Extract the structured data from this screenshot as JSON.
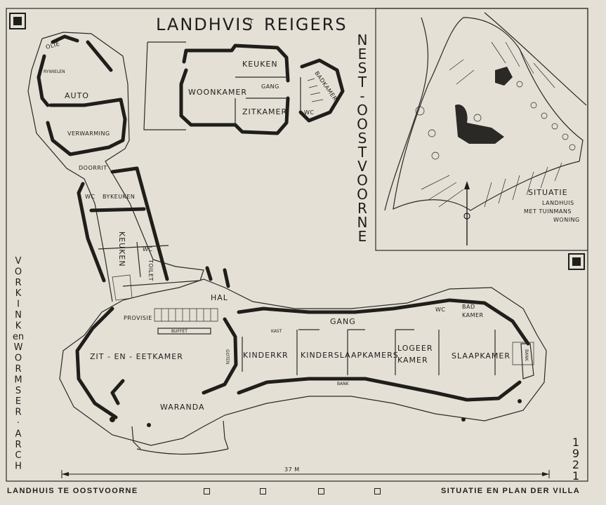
{
  "sheet": {
    "title": "LANDHUIS 'T REIGERSNEST-OOSTVOORNE",
    "title_left": "LANDHVIS",
    "title_t": "'T",
    "title_right": "REIGERS",
    "title_vertical": [
      "N",
      "E",
      "S",
      "T",
      "-",
      "O",
      "O",
      "S",
      "T",
      "V",
      "O",
      "O",
      "R",
      "N",
      "E"
    ],
    "architect_vertical": [
      "V",
      "O",
      "R",
      "K",
      "I",
      "N",
      "K",
      "en",
      "W",
      "O",
      "R",
      "M",
      "S",
      "E",
      "R",
      "·",
      "A",
      "R",
      "C",
      "H"
    ],
    "year_vertical": [
      "1",
      "9",
      "2",
      "1"
    ],
    "scale": "37 M",
    "footer_left": "LANDHUIS TE OOSTVOORNE",
    "footer_right": "SITUATIE EN PLAN DER VILLA"
  },
  "upper_floor": {
    "rooms": {
      "keuken": "KEUKEN",
      "gang": "GANG",
      "woonkamer": "WOONKAMER",
      "zitkamer": "ZITKAMER",
      "wc": "WC",
      "badkamer": "BADKAMER"
    }
  },
  "ground_floor": {
    "garage": {
      "rijwielen": "RYWIELEN",
      "olie": "OLIE",
      "auto": "AUTO",
      "verwarming": "VERWARMING",
      "doorrit": "DOORRIT"
    },
    "wing": {
      "wc": "WC",
      "bijkeuken": "BYKEUKEN",
      "keuken": "KEUKEN",
      "wc2": "WC",
      "toilet": "TOILET"
    },
    "main": {
      "hal": "HAL",
      "provisie": "PROVISIE",
      "buffet": "BUFFET",
      "gang": "GANG",
      "zit_eetkamer": "ZIT - EN - EETKAMER",
      "waranda": "WARANDA",
      "kinderkr": "KINDERKR",
      "kinderslaapkamers": "KINDERSLAAPKAMERS",
      "logeerkamer_1": "LOGEER",
      "logeerkamer_2": "KAMER",
      "slaapkamer": "SLAAPKAMER",
      "badkamer_1": "BAD",
      "badkamer_2": "KAMER",
      "wc": "WC",
      "kast": "KAST",
      "bank": "BANK",
      "bank_vertical": "BANK",
      "goten": "GOTEN"
    }
  },
  "situatie": {
    "title": "SITUATIE",
    "line1": "LANDHUIS",
    "line2": "MET TUINMANS",
    "line3": "WONING"
  }
}
